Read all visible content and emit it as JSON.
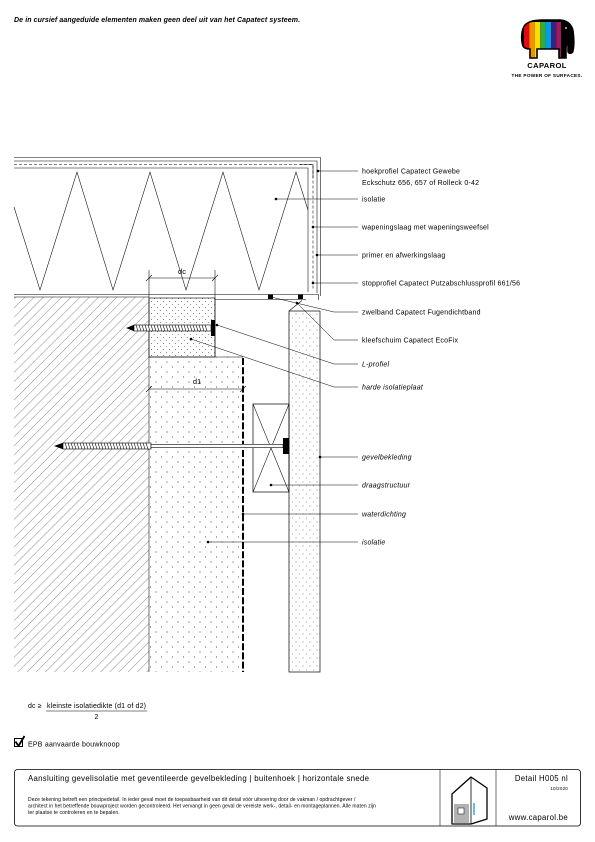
{
  "header": {
    "note": "De in cursief aangeduide elementen maken geen deel uit van het Capatect systeem."
  },
  "logo": {
    "brand": "CAPAROL",
    "tagline": "THE POWER OF SURFACES.",
    "stripe_colors": [
      "#e30613",
      "#f39200",
      "#ffdd00",
      "#3aaa35",
      "#009fe3",
      "#312783",
      "#a3195b"
    ]
  },
  "labels": {
    "corner_profile_1": "hoekprofiel Capatect Gewebe",
    "corner_profile_2": "Eckschutz 656, 657 of Rolleck 0-42",
    "insulation_top": "isolatie",
    "reinforcement": "wapeningslaag met wapeningsweefsel",
    "primer": "primer en afwerkingslaag",
    "stop_profile": "stopprofiel Capatect Putzabschlussprofil 661/56",
    "swelling_tape": "zwelband Capatect Fugendichtband",
    "adhesive_foam": "kleefschuim Capatect EcoFix",
    "l_profile": "L-profiel",
    "hard_board": "harde isolatieplaat",
    "cladding": "gevelbekleding",
    "support": "draagstructuur",
    "waterproofing": "waterdichting",
    "insulation_wall": "isolatie"
  },
  "dimensions": {
    "dc": "dc",
    "d1": "d1"
  },
  "formula": {
    "lhs": "dc ≥",
    "numerator": "kleinste isolatiedikte (d1 of d2)",
    "denominator": "2"
  },
  "epb": {
    "icon": "checkbox-checked-icon",
    "label": "EPB aanvaarde bouwknoop"
  },
  "footer": {
    "title": "Aansluiting gevelisolatie met geventileerde gevelbekleding | buitenhoek | horizontale snede",
    "disclaimer": [
      "Deze tekening betreft een principedetail. In ieder geval moet de toepasbaarheid van dit detail vóór uitvoering door de vakman / opdrachtgever /",
      "architect in het betreffende bouwproject worden gecontroleerd. Het vervangt in geen geval de vereiste werk-, detail- en montageplannen. Alle maten zijn",
      "ter plaatse te controleren en te bepalen."
    ],
    "detail": "Detail H005 nl",
    "date": "10/2020",
    "website": "www.caparol.be",
    "icon": "house-facade-icon"
  },
  "colors": {
    "ink": "#000000",
    "icon_facade": "#b2b2b2",
    "icon_accent": "#00a0e3"
  }
}
